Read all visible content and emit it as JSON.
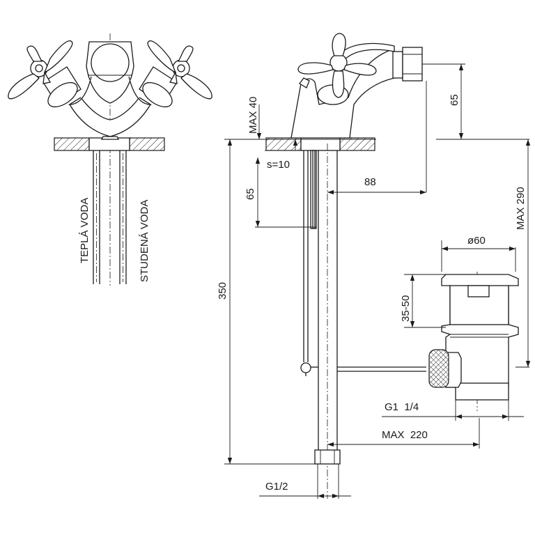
{
  "labels": {
    "hot_water": "TEPLÁ VODA",
    "cold_water": "STUDENÁ VODA",
    "max_40": "MAX 40",
    "s_10": "s=10",
    "dim_88": "88",
    "dim_65_top": "65",
    "dim_65_rod": "65",
    "max_290": "MAX 290",
    "dim_350": "350",
    "dia_60": "ø60",
    "range_35_50": "35-50",
    "g1_1_4": "G1  1/4",
    "max_220": "MAX  220",
    "g1_2": "G1/2"
  }
}
